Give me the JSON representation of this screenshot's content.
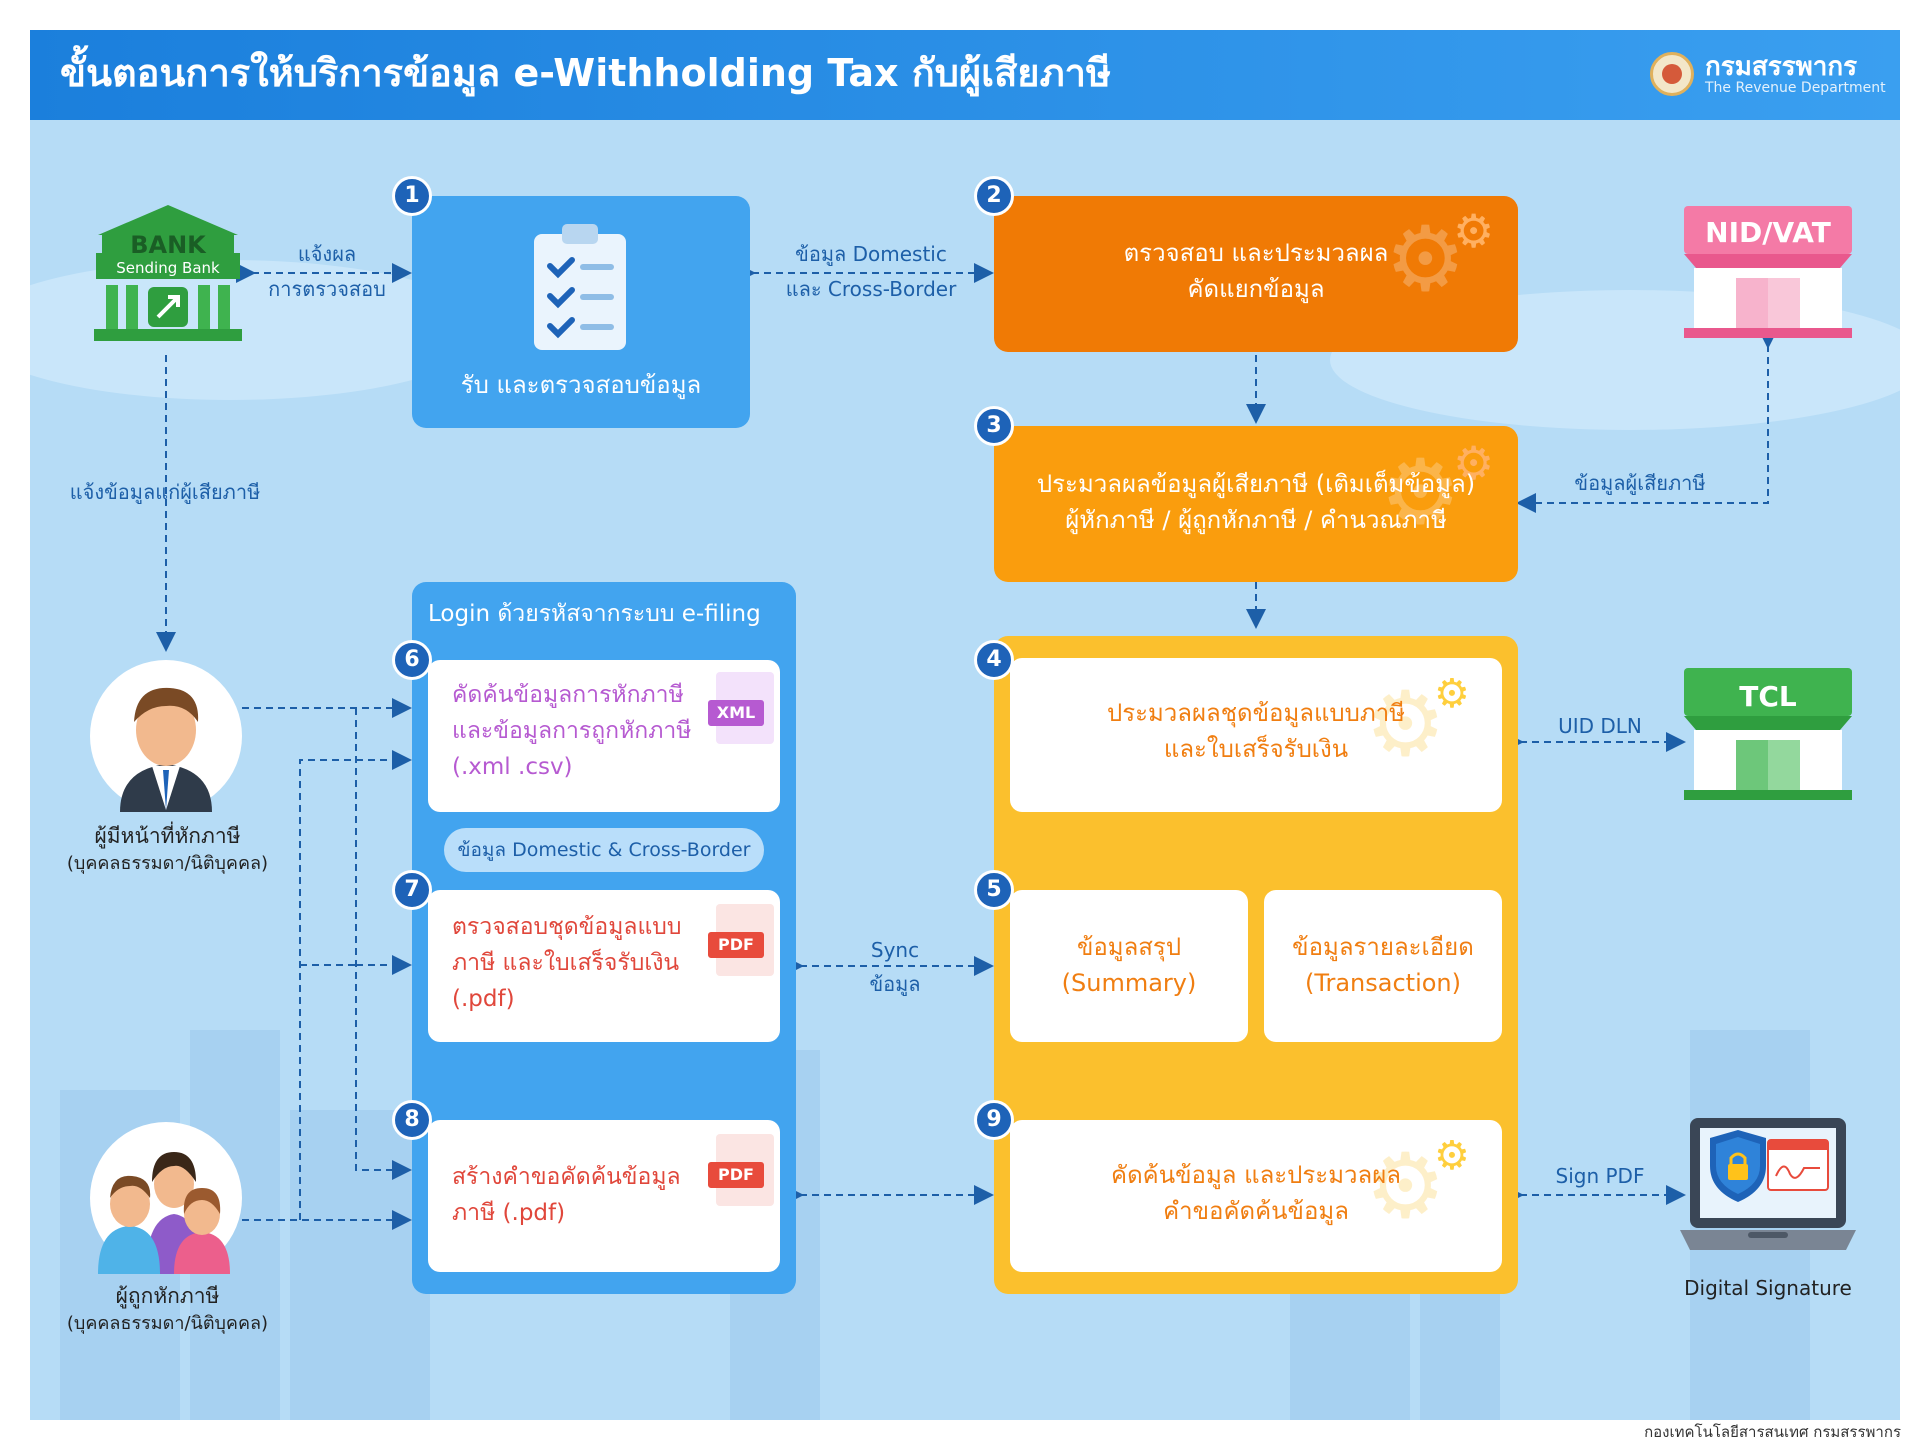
{
  "header": {
    "title": "ขั้นตอนการให้บริการข้อมูล e-Withholding Tax กับผู้เสียภาษี",
    "logo_th": "กรมสรรพากร",
    "logo_en": "The Revenue Department"
  },
  "footer": "กองเทคโนโลยีสารสนเทศ กรมสรรพากร",
  "bank": {
    "title": "BANK",
    "subtitle": "Sending Bank"
  },
  "entities": {
    "nid": "NID/VAT",
    "tcl": "TCL",
    "digital_signature": "Digital Signature",
    "withholder_name": "ผู้มีหน้าที่หักภาษี",
    "withholder_type": "(บุคคลธรรมดา/นิติบุคคล)",
    "withholdee_name": "ผู้ถูกหักภาษี",
    "withholdee_type": "(บุคคลธรรมดา/นิติบุคคล)"
  },
  "steps": {
    "s1": {
      "num": "1",
      "label": "รับ และตรวจสอบข้อมูล"
    },
    "s2": {
      "num": "2",
      "line1": "ตรวจสอบ และประมวลผล",
      "line2": "คัดแยกข้อมูล"
    },
    "s3": {
      "num": "3",
      "line1": "ประมวลผลข้อมูลผู้เสียภาษี (เติมเต็มข้อมูล)",
      "line2": "ผู้หักภาษี / ผู้ถูกหักภาษี / คำนวณภาษี"
    },
    "s4": {
      "num": "4",
      "line1": "ประมวลผลชุดข้อมูลแบบภาษี",
      "line2": "และใบเสร็จรับเงิน"
    },
    "s5": {
      "num": "5",
      "summary_1": "ข้อมูลสรุป",
      "summary_2": "(Summary)",
      "detail_1": "ข้อมูลรายละเอียด",
      "detail_2": "(Transaction)"
    },
    "s6": {
      "num": "6",
      "line1": "คัดค้นข้อมูลการหักภาษี",
      "line2": "และข้อมูลการถูกหักภาษี",
      "line3": "(.xml .csv)",
      "icon": "XML"
    },
    "s7": {
      "num": "7",
      "line1": "ตรวจสอบชุดข้อมูลแบบ",
      "line2": "ภาษี และใบเสร็จรับเงิน",
      "line3": "(.pdf)",
      "icon": "PDF"
    },
    "s8": {
      "num": "8",
      "line1": "สร้างคำขอคัดค้นข้อมูล",
      "line2": "ภาษี (.pdf)",
      "icon": "PDF"
    },
    "s9": {
      "num": "9",
      "line1": "คัดค้นข้อมูล และประมวลผล",
      "line2": "คำขอคัดค้นข้อมูล"
    }
  },
  "login_panel": {
    "title": "Login ด้วยรหัสจากระบบ e-filing",
    "pill": "ข้อมูล Domestic & Cross-Border"
  },
  "flow_labels": {
    "bank_notify_1": "แจ้งผล",
    "bank_notify_2": "การตรวจสอบ",
    "domestic_1": "ข้อมูล Domestic",
    "domestic_2": "และ Cross-Border",
    "notify_taxpayer": "แจ้งข้อมูลแก่ผู้เสียภาษี",
    "taxpayer_info": "ข้อมูลผู้เสียภาษี",
    "uid_dln": "UID DLN",
    "sync_1": "Sync",
    "sync_2": "ข้อมูล",
    "sign_pdf": "Sign PDF"
  },
  "colors": {
    "header_blue": "#1b7fdc",
    "background": "#b6dcf6",
    "step1_blue": "#42a4ef",
    "step2_orange": "#f07a05",
    "step3_amber": "#fa9d0d",
    "step4_yellow": "#fbc02d",
    "arrow_blue": "#1d5fa8",
    "arrow_orange": "#f05a14",
    "nid_pink": "#f47aa6",
    "tcl_green": "#3fb34f",
    "bank_green": "#2f9e3f"
  }
}
